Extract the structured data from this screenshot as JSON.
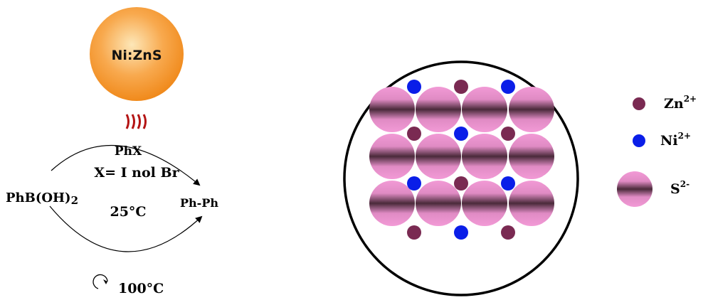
{
  "nanoparticle": {
    "label": "Ni:ZnS"
  },
  "reaction": {
    "reagent": "PhX",
    "condition": "X= I nol Br",
    "substrate": "PhB(OH)",
    "substrate_subscript": "2",
    "product": "Ph-Ph",
    "temperature": "25°C",
    "recycle_temperature": "100°C"
  },
  "legend": {
    "zn": {
      "base": "Zn",
      "charge": "2+"
    },
    "ni": {
      "base": "Ni",
      "charge": "2+"
    },
    "s": {
      "base": "S",
      "charge": "2-"
    }
  },
  "colors": {
    "sphere_orange": "#f7a347",
    "zn_maroon": "#7a2a52",
    "ni_blue": "#0a1ee8",
    "s_pink": "#e592c8",
    "s_dark": "#4a2a3a",
    "signal_red": "#b41414"
  }
}
